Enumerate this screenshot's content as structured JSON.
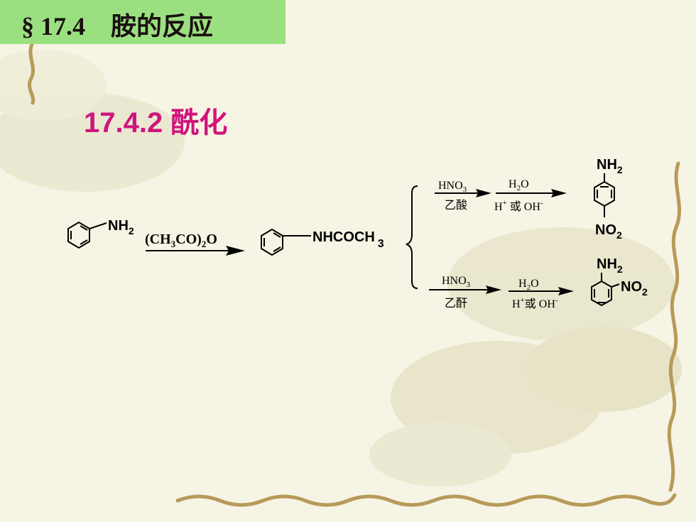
{
  "slide": {
    "section_title": "§ 17.4　胺的反应",
    "sub_heading": "17.4.2  酰化"
  },
  "scheme": {
    "aniline": {
      "group": "NH",
      "sub": "2"
    },
    "reagent1": {
      "a": "(CH",
      "b": "3",
      "c": "CO)",
      "d": "2",
      "e": "O"
    },
    "acetanilide": {
      "group": "NHCOCH",
      "sub": "3"
    },
    "para_route": {
      "step1_top": "HNO",
      "step1_top_sub": "3",
      "step1_bottom": "乙酸",
      "step2_top": "H",
      "step2_top_sub": "2",
      "step2_top_end": "O",
      "step2_bottom_h": "H",
      "step2_bottom_sup": "+",
      "step2_bottom_mid": " 或 OH",
      "step2_bottom_sup2": "-",
      "product_top": "NH",
      "product_top_sub": "2",
      "product_bottom": "NO",
      "product_bottom_sub": "2"
    },
    "ortho_route": {
      "step1_top": "HNO",
      "step1_top_sub": "3",
      "step1_bottom": "乙酐",
      "step2_top": "H",
      "step2_top_sub": "2",
      "step2_top_end": "O",
      "step2_bottom_h": "H",
      "step2_bottom_sup": "+",
      "step2_bottom_mid": "或 OH",
      "step2_bottom_sup2": "-",
      "product_top": "NH",
      "product_top_sub": "2",
      "product_side": "NO",
      "product_side_sub": "2"
    }
  },
  "colors": {
    "banner": "#9ae080",
    "heading": "#d0147c",
    "text": "#000000"
  }
}
